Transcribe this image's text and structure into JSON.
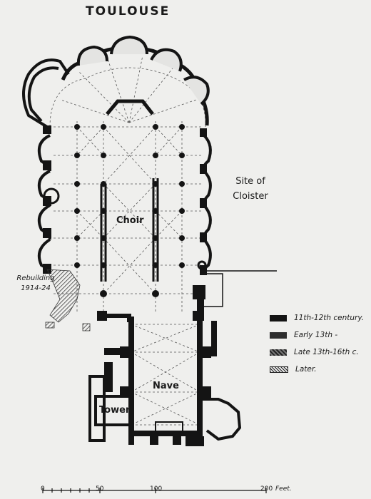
{
  "title": "TOULOUSE",
  "labels": {
    "site": [
      "Site of",
      "Cloister"
    ],
    "choir": "Choir",
    "nave": "Nave",
    "tower": "Tower",
    "rebuilding": [
      "Rebuilding",
      "1914-24"
    ]
  },
  "legend": [
    {
      "label": "11th-12th century.",
      "swatch": "solid-black"
    },
    {
      "label": "Early 13th -",
      "swatch": "dark-fill"
    },
    {
      "label": "Late 13th-16th c.",
      "swatch": "cross-hatch"
    },
    {
      "label": "Later.",
      "swatch": "light-hatch"
    }
  ],
  "scale": {
    "ticks": [
      "0",
      "50",
      "100",
      "200"
    ],
    "unit": "Feet."
  },
  "colors": {
    "paper": "#efefed",
    "ink": "#141414"
  }
}
